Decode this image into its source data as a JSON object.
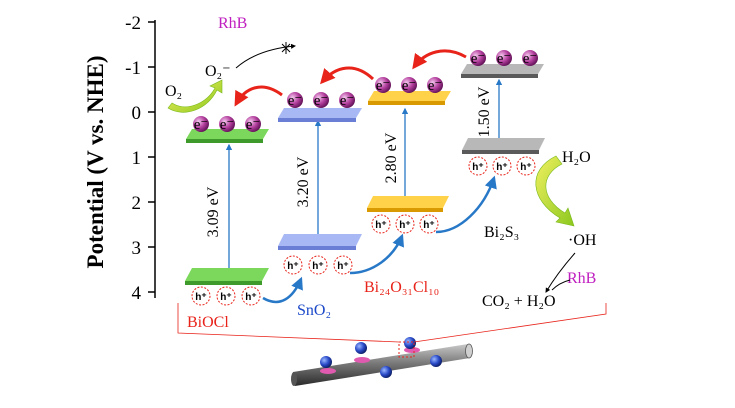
{
  "axis": {
    "title": "Potential (V vs. NHE)",
    "ticks": [
      "-2",
      "-1",
      "0",
      "1",
      "2",
      "3",
      "4"
    ]
  },
  "materials": {
    "biocl": "BiOCl",
    "sno2": "SnO₂",
    "bi24": "Bi₂₄O₃₁Cl₁₀",
    "bi2s3": "Bi₂S₃"
  },
  "band_gaps": {
    "biocl": "3.09 eV",
    "sno2": "3.20 eV",
    "bi24": "2.80 eV",
    "bi2s3": "1.50 eV"
  },
  "species": {
    "rhb_top": "RhB",
    "o2": "O₂",
    "o2_radical": "O₂⁻",
    "h2o": "H₂O",
    "oh": "·OH",
    "rhb_right": "RhB",
    "products": "CO₂ + H₂O"
  },
  "carriers": {
    "electron": "e⁻",
    "hole": "h⁺"
  },
  "colors": {
    "biocl": "#55c43c",
    "sno2": "#8a9eea",
    "bi24": "#f5b800",
    "bi2s3": "#9a9a9a",
    "electron_arrow": "#e8231a",
    "hole_arrow": "#2878c8",
    "rhb": "#c020c0",
    "electron": "#9b2a8a"
  }
}
